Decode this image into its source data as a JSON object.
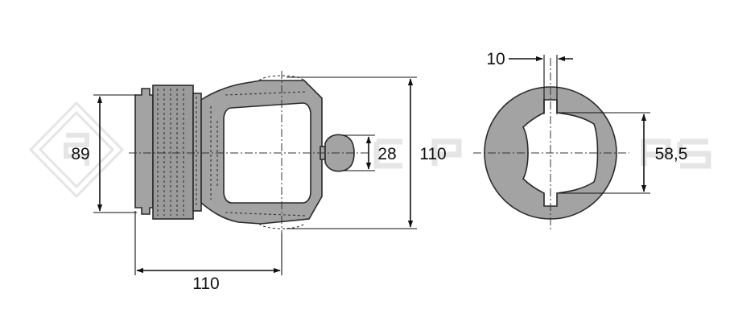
{
  "colors": {
    "part_fill": "#a3a3a3",
    "part_fill_dark": "#8f8f8f",
    "outline": "#2a2a2a",
    "dimension": "#111111",
    "watermark": "#e6e6e6"
  },
  "dimensions": {
    "flange_diameter": "89",
    "collar_length": "110",
    "yoke_height": "110",
    "pin_diameter": "28",
    "slot_width": "10",
    "bore_height": "58,5"
  }
}
